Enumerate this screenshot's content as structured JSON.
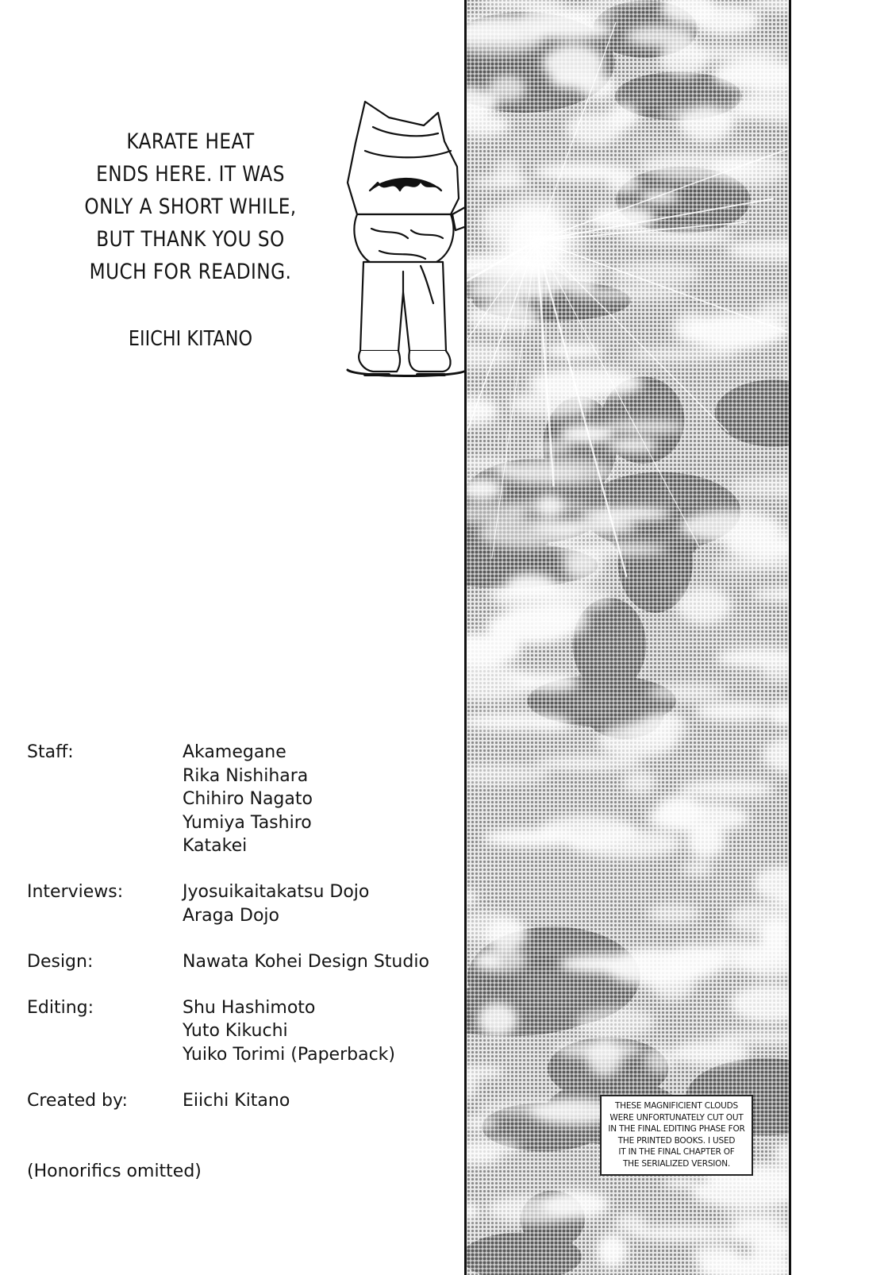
{
  "author_note": {
    "lines": [
      "KARATE HEAT",
      "ENDS HERE. IT WAS",
      "ONLY A SHORT WHILE,",
      "BUT THANK YOU SO",
      "MUCH FOR READING."
    ],
    "signature": "EIICHI KITANO"
  },
  "credits": [
    {
      "role": "Staff:",
      "names": [
        "Akamegane",
        "Rika Nishihara",
        "Chihiro Nagato",
        "Yumiya Tashiro",
        "Katakei"
      ]
    },
    {
      "role": "Interviews:",
      "names": [
        "Jyosuikaitakatsu Dojo",
        "Araga Dojo"
      ]
    },
    {
      "role": "Design:",
      "names": [
        "Nawata Kohei Design Studio"
      ]
    },
    {
      "role": "Editing:",
      "names": [
        "Shu Hashimoto",
        "Yuto Kikuchi",
        "Yuiko Torimi (Paperback)"
      ]
    },
    {
      "role": "Created by:",
      "names": [
        "Eiichi Kitano"
      ]
    }
  ],
  "footnote": "(Honorifics omitted)",
  "caption_lines": [
    "THESE MAGNIFICIENT CLOUDS",
    "WERE UNFORTUNATELY CUT OUT",
    "IN THE FINAL EDITING PHASE FOR",
    "THE PRINTED BOOKS. I USED",
    "IT IN THE FINAL CHAPTER OF",
    "THE SERIALIZED VERSION."
  ],
  "icons": {
    "figure": "bowing-karateka-illustration",
    "panel": "cloudy-sky-illustration"
  }
}
